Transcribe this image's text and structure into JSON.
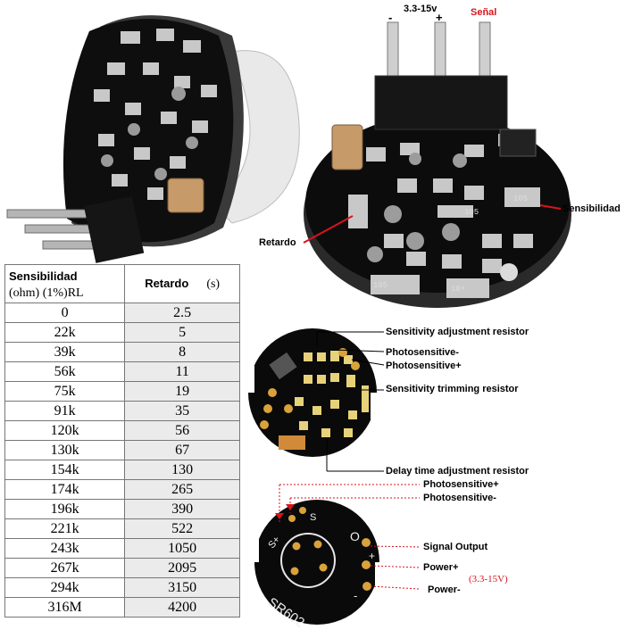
{
  "photo_labels": {
    "pin_minus": "-",
    "pin_voltage": "3.3-15v",
    "pin_plus": "+",
    "pin_signal": "Señal",
    "sensibilidad": "Sensibilidad",
    "retardo": "Retardo"
  },
  "pcb_texts": {
    "r1": "105",
    "r2": "105",
    "r3": "105",
    "r4": "10+"
  },
  "table": {
    "header_sens": "Sensibilidad",
    "header_sens_unit": "(ohm) (1%)RL",
    "header_ret": "Retardo",
    "header_ret_unit": "(s)",
    "rows": [
      [
        "0",
        "2.5"
      ],
      [
        "22k",
        "5"
      ],
      [
        "39k",
        "8"
      ],
      [
        "56k",
        "11"
      ],
      [
        "75k",
        "19"
      ],
      [
        "91k",
        "35"
      ],
      [
        "120k",
        "56"
      ],
      [
        "130k",
        "67"
      ],
      [
        "154k",
        "130"
      ],
      [
        "174k",
        "265"
      ],
      [
        "196k",
        "390"
      ],
      [
        "221k",
        "522"
      ],
      [
        "243k",
        "1050"
      ],
      [
        "267k",
        "2095"
      ],
      [
        "294k",
        "3150"
      ],
      [
        "316M",
        "4200"
      ]
    ]
  },
  "diagram_top": {
    "sensitivity_adjustment": "Sensitivity adjustment resistor",
    "photosensitive_minus": "Photosensitive-",
    "photosensitive_plus": "Photosensitive+",
    "sensitivity_trimming": "Sensitivity trimming resistor",
    "delay_time": "Delay time adjustment resistor"
  },
  "diagram_bottom": {
    "photosensitive_plus": "Photosensitive+",
    "photosensitive_minus": "Photosensitive-",
    "signal_output": "Signal Output",
    "power_plus": "Power+",
    "power_minus": "Power-",
    "voltage_range": "(3.3-15V)",
    "board_text": "SR602",
    "pad_s_plus": "S+",
    "pad_s": "S",
    "pad_o": "O",
    "pad_plus": "+",
    "pad_minus": "-"
  },
  "colors": {
    "accent_red": "#d8141c",
    "pcb": "#0c0c0c",
    "pad": "#c9c9c9",
    "gold": "#d9a23a"
  }
}
